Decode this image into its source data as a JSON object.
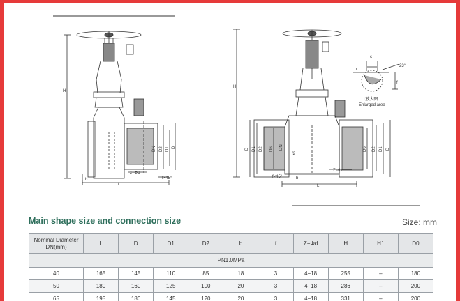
{
  "title": "Main shape size and connection size",
  "size_unit": "Size: mm",
  "columns": [
    "Nominal Diameter DN(mm)",
    "L",
    "D",
    "D1",
    "D2",
    "b",
    "f",
    "Z−Φd",
    "H",
    "H1",
    "D0"
  ],
  "pressure_rating": "PN1.0MPa",
  "rows": [
    [
      "40",
      "165",
      "145",
      "110",
      "85",
      "18",
      "3",
      "4−18",
      "255",
      "–",
      "180"
    ],
    [
      "50",
      "180",
      "160",
      "125",
      "100",
      "20",
      "3",
      "4−18",
      "286",
      "–",
      "200"
    ],
    [
      "65",
      "195",
      "180",
      "145",
      "120",
      "20",
      "3",
      "4−18",
      "331",
      "–",
      "200"
    ]
  ],
  "drawing_labels": {
    "H": "H",
    "L": "L",
    "b": "b",
    "f": "f",
    "D": "D",
    "D1": "D1",
    "D2": "D2",
    "D6": "D6",
    "DN": "DN",
    "f2": "f2",
    "z_phi_d": "z−Φd",
    "z_phi_d_right": "Z−Φd",
    "chamfer": "f×45°",
    "angle": "23°",
    "enlarged_cn": "1放大图",
    "enlarged_en": "Enlarged area",
    "detail_c": "c",
    "detail_r": "r",
    "detail_f": "f"
  }
}
